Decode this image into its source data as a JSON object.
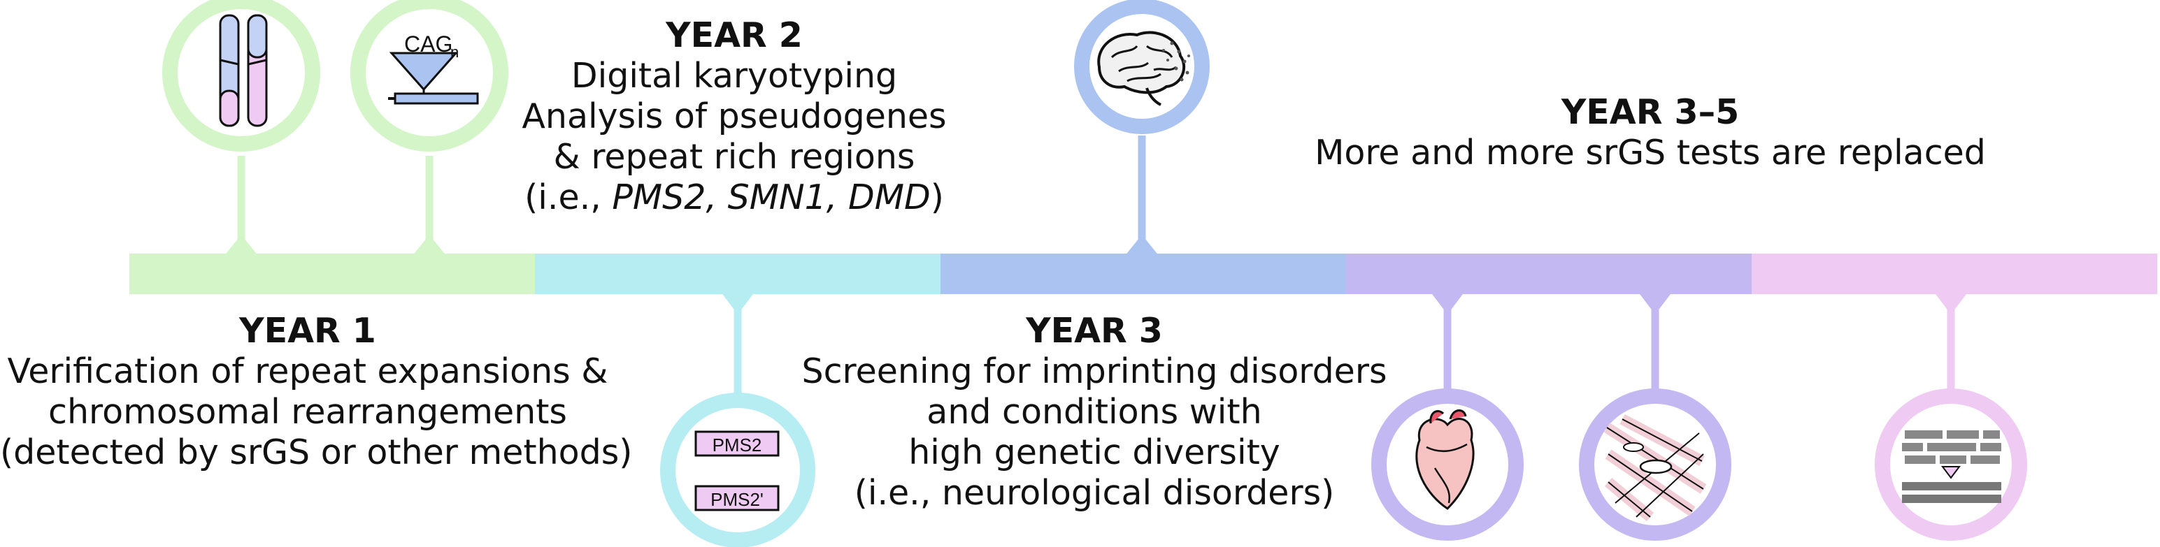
{
  "colors": {
    "year1": "#d4f5c8",
    "year2": "#b6edf3",
    "year3": "#aac3f0",
    "year35a": "#c4b8f3",
    "year35b": "#efcaf2",
    "ink": "#111111"
  },
  "timeline": {
    "segments": [
      "YEAR 1",
      "YEAR 2",
      "YEAR 3",
      "YEAR 3-5"
    ]
  },
  "year1": {
    "heading": "YEAR 1",
    "line1": "Verification of repeat expansions &",
    "line2": "chromosomal rearrangements",
    "line3": "(detected by srGS or other methods)"
  },
  "year2": {
    "heading": "YEAR 2",
    "line1": "Digital karyotyping",
    "line2": "Analysis of pseudogenes",
    "line3": "& repeat rich regions",
    "line4_prefix": "(i.e., ",
    "line4_genes": "PMS2, SMN1, DMD",
    "line4_suffix": ")"
  },
  "year3": {
    "heading": "YEAR 3",
    "line1": "Screening for imprinting disorders",
    "line2": "and conditions with",
    "line3": "high genetic diversity",
    "line4": "(i.e., neurological disorders)"
  },
  "year35": {
    "heading": "YEAR 3–5",
    "line1": "More and more srGS tests are replaced"
  },
  "icons": {
    "chromosomes": "chromosome-rearrangement-icon",
    "repeat": "cag-repeat-icon",
    "repeat_label": "CAG",
    "repeat_sub": "n",
    "pseudogene": "pseudogene-icon",
    "gene_label": "PMS2",
    "pseudogene_label": "PMS2'",
    "brain": "brain-icon",
    "heart": "heart-icon",
    "tissue": "tissue-icon",
    "sequence": "sequence-reads-icon"
  }
}
